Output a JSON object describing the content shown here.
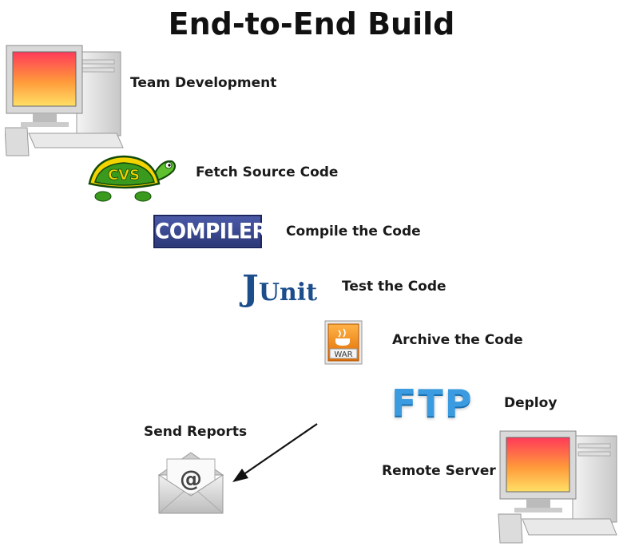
{
  "title": "End-to-End Build",
  "steps": {
    "team_development": "Team Development",
    "fetch_source": "Fetch Source Code",
    "compile": "Compile the Code",
    "test": "Test the Code",
    "archive": "Archive the Code",
    "deploy": "Deploy",
    "send_reports": "Send Reports",
    "remote_server": "Remote Server"
  },
  "logos": {
    "cvs": "CVS",
    "compiler": "COMPILER",
    "junit_j": "J",
    "junit_unit": "Unit",
    "war": "WAR",
    "ftp": "FTP",
    "email_symbol": "@"
  },
  "icons": [
    "computer-icon",
    "cvs-turtle-icon",
    "compiler-logo",
    "junit-logo",
    "war-file-icon",
    "ftp-logo",
    "email-envelope-icon",
    "server-computer-icon"
  ],
  "colors": {
    "text": "#1a1a1a",
    "ftp_blue": "#3a9be0",
    "compiler_blue": "#2b3878",
    "junit_blue": "#1c4e8c",
    "turtle_green": "#3a9a1e"
  }
}
